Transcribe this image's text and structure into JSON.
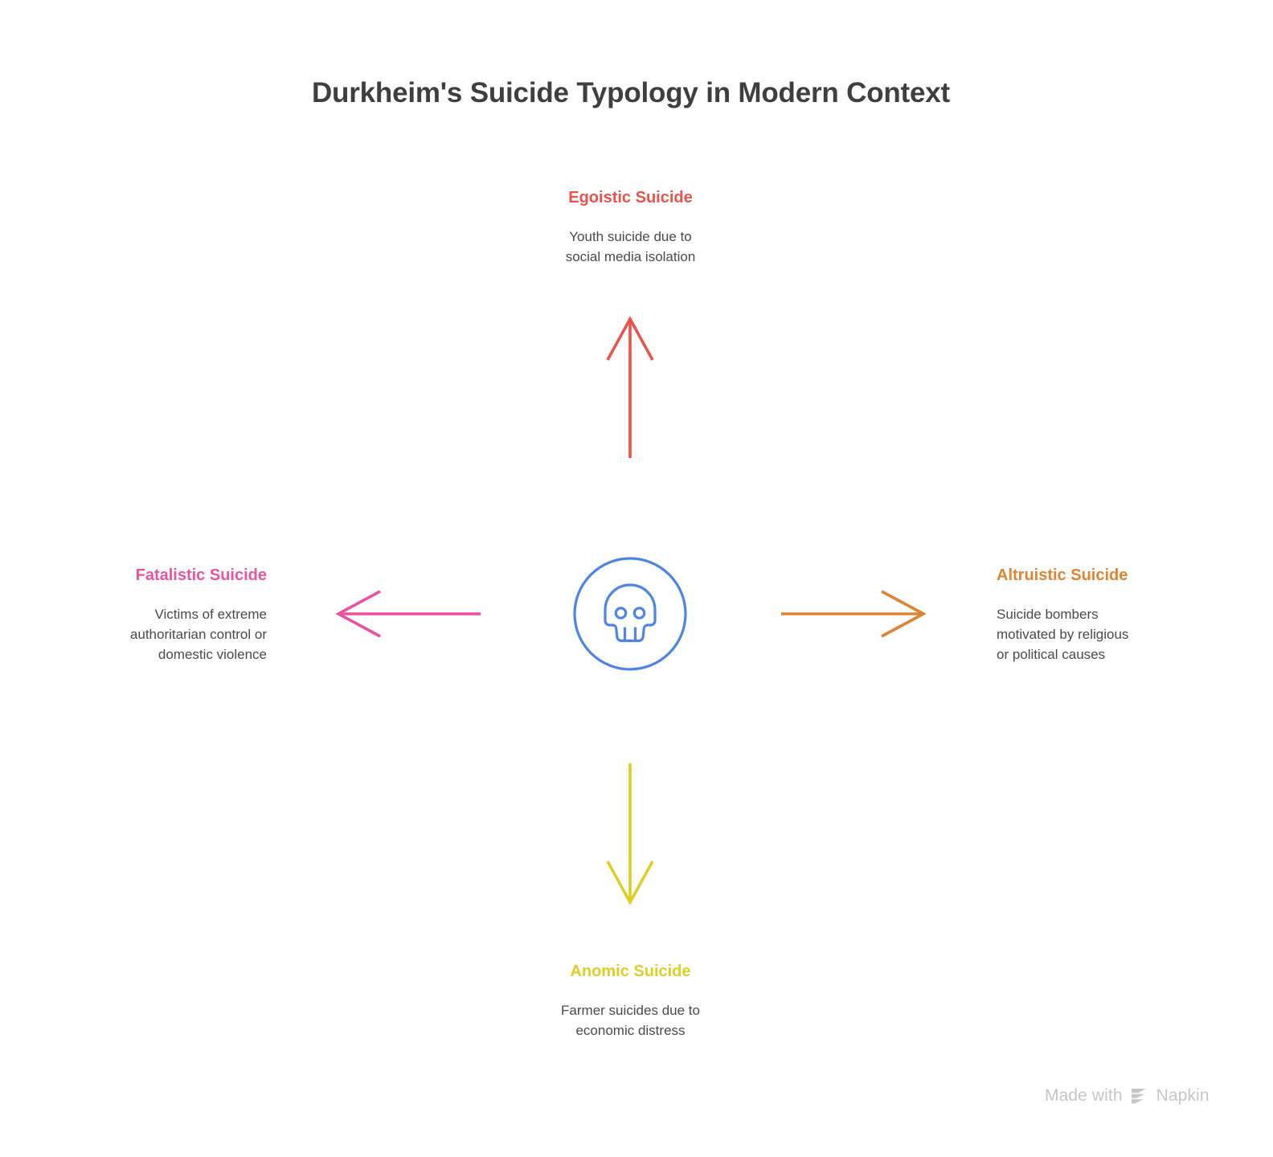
{
  "title": "Durkheim's Suicide Typology in Modern Context",
  "center": {
    "icon": "skull-icon",
    "color": "#4c84e8"
  },
  "nodes": {
    "top": {
      "label": "Egoistic Suicide",
      "description": "Youth suicide due to\nsocial media isolation",
      "color": "#e8544b",
      "arrow": "arrow-up"
    },
    "right": {
      "label": "Altruistic Suicide",
      "description": "Suicide bombers\nmotivated by religious\nor political causes",
      "color": "#df8330",
      "arrow": "arrow-right"
    },
    "bottom": {
      "label": "Anomic Suicide",
      "description": "Farmer suicides due to\neconomic distress",
      "color": "#e0ce23",
      "arrow": "arrow-down"
    },
    "left": {
      "label": "Fatalistic Suicide",
      "description": "Victims of extreme\nauthoritarian control or\ndomestic violence",
      "color": "#e8549f",
      "arrow": "arrow-left"
    }
  },
  "watermark": {
    "text_before": "Made with",
    "brand": "Napkin",
    "logo": "napkin-logo-icon",
    "color": "#c6c6c6"
  }
}
